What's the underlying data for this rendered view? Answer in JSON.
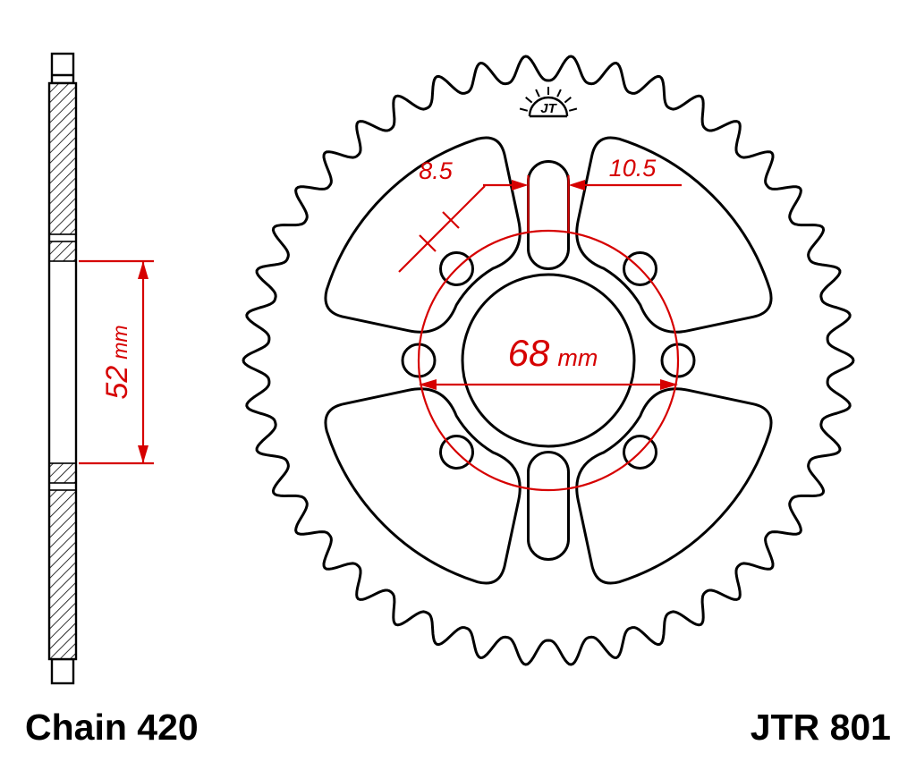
{
  "labels": {
    "chain": "Chain 420",
    "model": "JTR 801",
    "logo": "JT"
  },
  "dims": {
    "width52": {
      "value": "52",
      "unit": "mm"
    },
    "hole85": {
      "value": "8.5"
    },
    "slot105": {
      "value": "10.5"
    },
    "bcd68": {
      "value": "68",
      "unit": "mm"
    }
  },
  "sprocket": {
    "teeth": 42,
    "round_hole_count": 6,
    "slot_count": 2
  },
  "colors": {
    "dimension_red": "#d60000",
    "line_black": "#000000",
    "background": "#ffffff"
  }
}
